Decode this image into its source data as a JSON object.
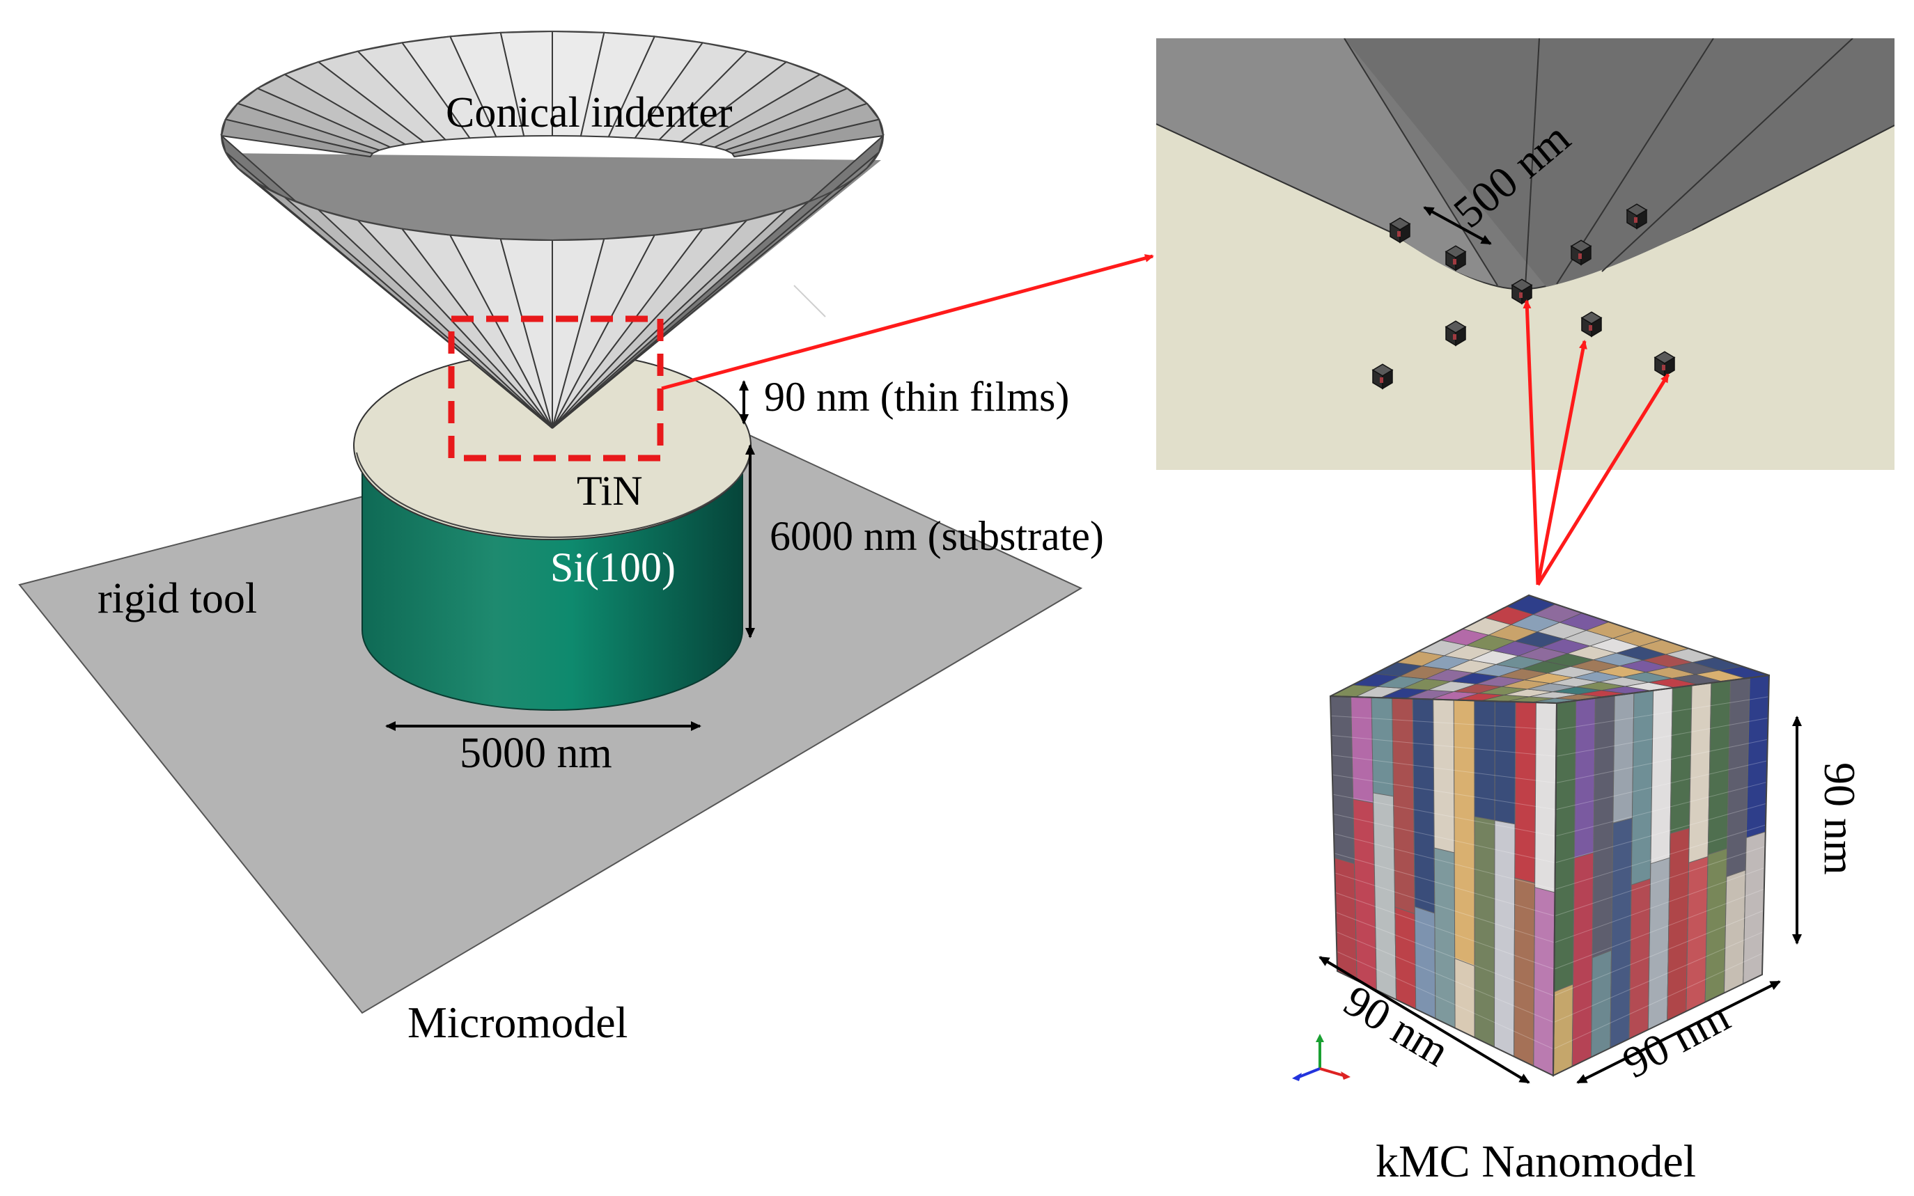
{
  "labels": {
    "conical_indenter": "Conical indenter",
    "film_thickness": "90 nm (thin films)",
    "film_material": "TiN",
    "substrate_thickness": "6000 nm (substrate)",
    "substrate_material": "Si(100)",
    "rigid_tool": "rigid tool",
    "diameter": "5000 nm",
    "micromodel": "Micromodel",
    "zoom_scale": "500 nm",
    "cube_height": "90 nm",
    "cube_depth": "90 nm",
    "cube_width": "90 nm",
    "nanomodel": "kMC Nanomodel"
  },
  "colors": {
    "rigid_tool": "#b4b4b4",
    "film": "#e2e0cf",
    "substrate": "#167a63",
    "indenter_light": "#dcdcdc",
    "indenter_dark": "#7d7d7d",
    "zoom_bg": "#e1dfcb",
    "highlight": "#e8191b",
    "arrow": "#ff1a1a"
  },
  "icons": {
    "axis_triad": "xyz-axis-triad-icon"
  }
}
